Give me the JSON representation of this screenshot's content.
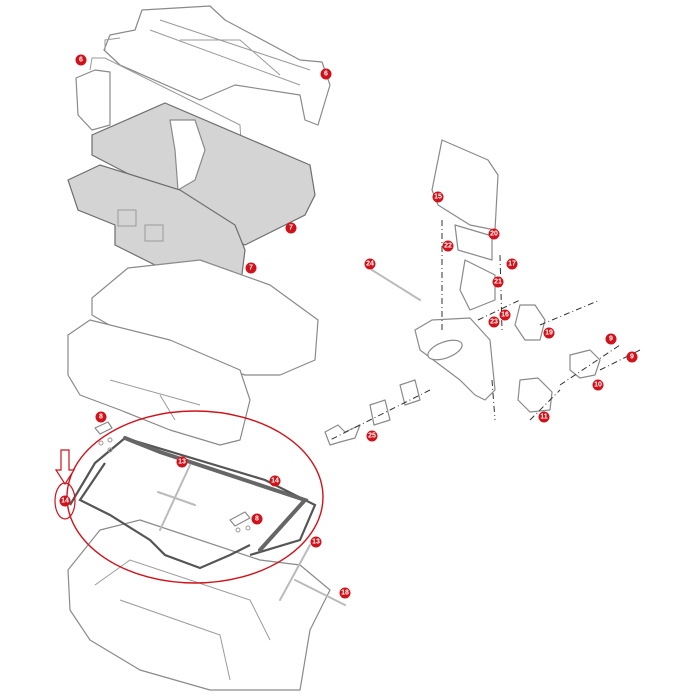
{
  "colors": {
    "callout": "#d0121b",
    "highlight": "#d0121b",
    "line": "#8a8a8a",
    "panel": "#d4d4d4"
  },
  "callouts": [
    {
      "label": "6"
    },
    {
      "label": "6"
    },
    {
      "label": "7"
    },
    {
      "label": "7"
    },
    {
      "label": "15"
    },
    {
      "label": "20"
    },
    {
      "label": "22"
    },
    {
      "label": "17"
    },
    {
      "label": "24"
    },
    {
      "label": "21"
    },
    {
      "label": "16"
    },
    {
      "label": "23"
    },
    {
      "label": "19"
    },
    {
      "label": "9"
    },
    {
      "label": "9"
    },
    {
      "label": "10"
    },
    {
      "label": "11"
    },
    {
      "label": "25"
    },
    {
      "label": "8"
    },
    {
      "label": "8"
    },
    {
      "label": "13"
    },
    {
      "label": "14"
    },
    {
      "label": "14"
    },
    {
      "label": "13"
    },
    {
      "label": "18"
    }
  ],
  "highlight": {
    "part": "14",
    "arrow-icon": "down-arrow"
  }
}
